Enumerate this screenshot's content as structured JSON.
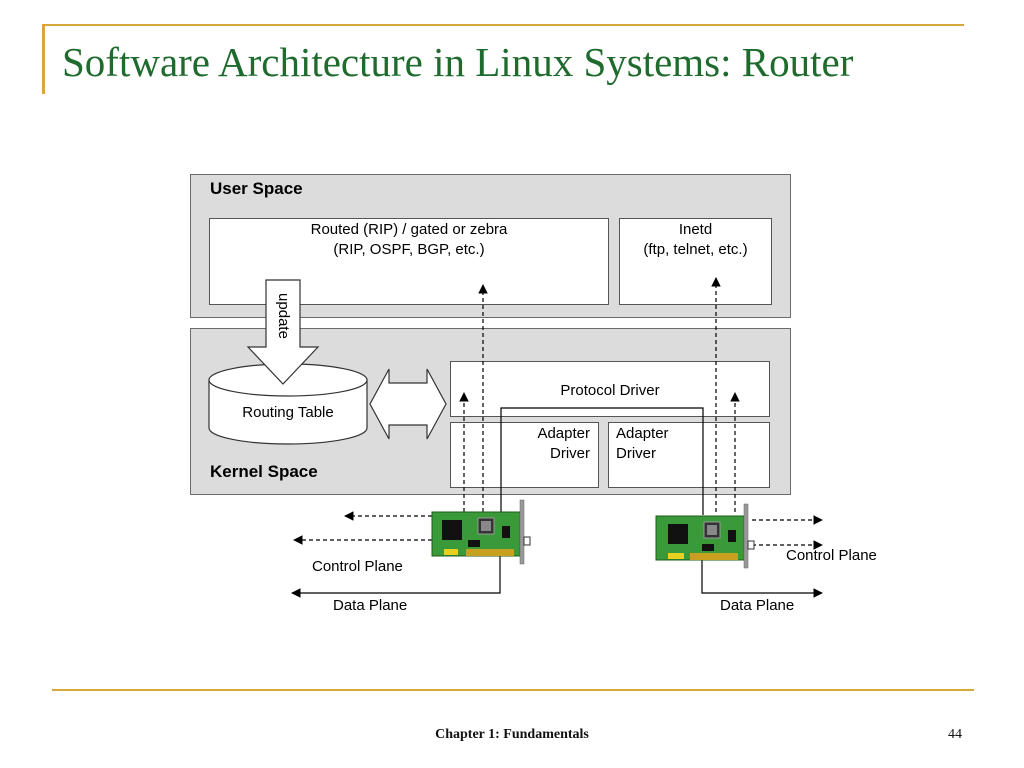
{
  "slide": {
    "title": "Software Architecture in Linux Systems: Router",
    "footer": "Chapter 1: Fundamentals",
    "page_number": "44"
  },
  "diagram": {
    "user_space_label": "User Space",
    "kernel_space_label": "Kernel Space",
    "routed_line1": "Routed (RIP) / gated or zebra",
    "routed_line2": "(RIP, OSPF, BGP, etc.)",
    "inetd_line1": "Inetd",
    "inetd_line2": "(ftp, telnet, etc.)",
    "update_label": "update",
    "routing_table_label": "Routing Table",
    "protocol_driver_label": "Protocol Driver",
    "adapter_driver_left_line1": "Adapter",
    "adapter_driver_left_line2": "Driver",
    "adapter_driver_right_line1": "Adapter",
    "adapter_driver_right_line2": "Driver",
    "control_plane_left": "Control Plane",
    "control_plane_right": "Control Plane",
    "data_plane_left": "Data Plane",
    "data_plane_right": "Data Plane"
  },
  "colors": {
    "title": "#1f6b2e",
    "accent_rule": "#d6a83a",
    "panel_fill": "#dcdcdc",
    "nic_board": "#3a9a3a"
  },
  "icons": [
    "network-card-icon",
    "network-card-icon"
  ]
}
